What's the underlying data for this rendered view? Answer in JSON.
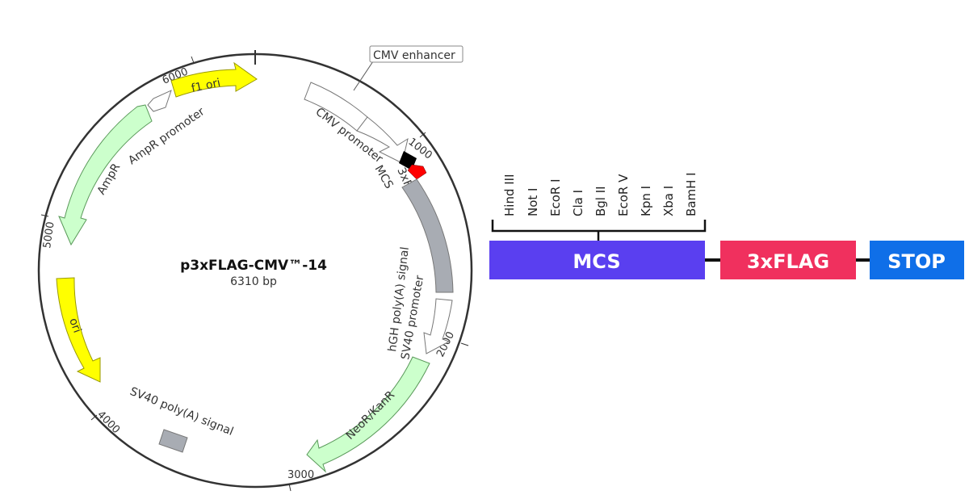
{
  "plasmid": {
    "name": "p3xFLAG-CMV™-14",
    "size": "6310 bp",
    "ticks": [
      "1000",
      "2000",
      "3000",
      "4000",
      "5000",
      "6000"
    ],
    "features": {
      "cmv_enhancer": "CMV enhancer",
      "cmv_promoter": "CMV promoter",
      "mcs": "MCS",
      "flag": "3xFLAG",
      "hgh_polya": "hGH poly(A) signal",
      "sv40_promoter": "SV40 promoter",
      "neor": "NeoR/KanR",
      "sv40_polya": "SV40 poly(A) signal",
      "ori": "ori",
      "ampr": "AmpR",
      "ampr_promoter": "AmpR promoter",
      "f1_ori": "f1 ori"
    },
    "colors": {
      "backbone": "#333333",
      "yellow_feature": "#ffff00",
      "green_feature": "#ccffcc",
      "gray_feature": "#a8acb3",
      "mcs_black": "#000000",
      "flag_red": "#ff0000"
    }
  },
  "cassette": {
    "sites": [
      "Hind III",
      "Not I",
      "EcoR I",
      "Cla I",
      "Bgl II",
      "EcoR V",
      "Kpn I",
      "Xba I",
      "BamH I"
    ],
    "boxes": [
      {
        "label": "MCS",
        "color": "#5a3ff0"
      },
      {
        "label": "3xFLAG",
        "color": "#f0305e"
      },
      {
        "label": "STOP",
        "color": "#0f6fe8"
      }
    ]
  }
}
